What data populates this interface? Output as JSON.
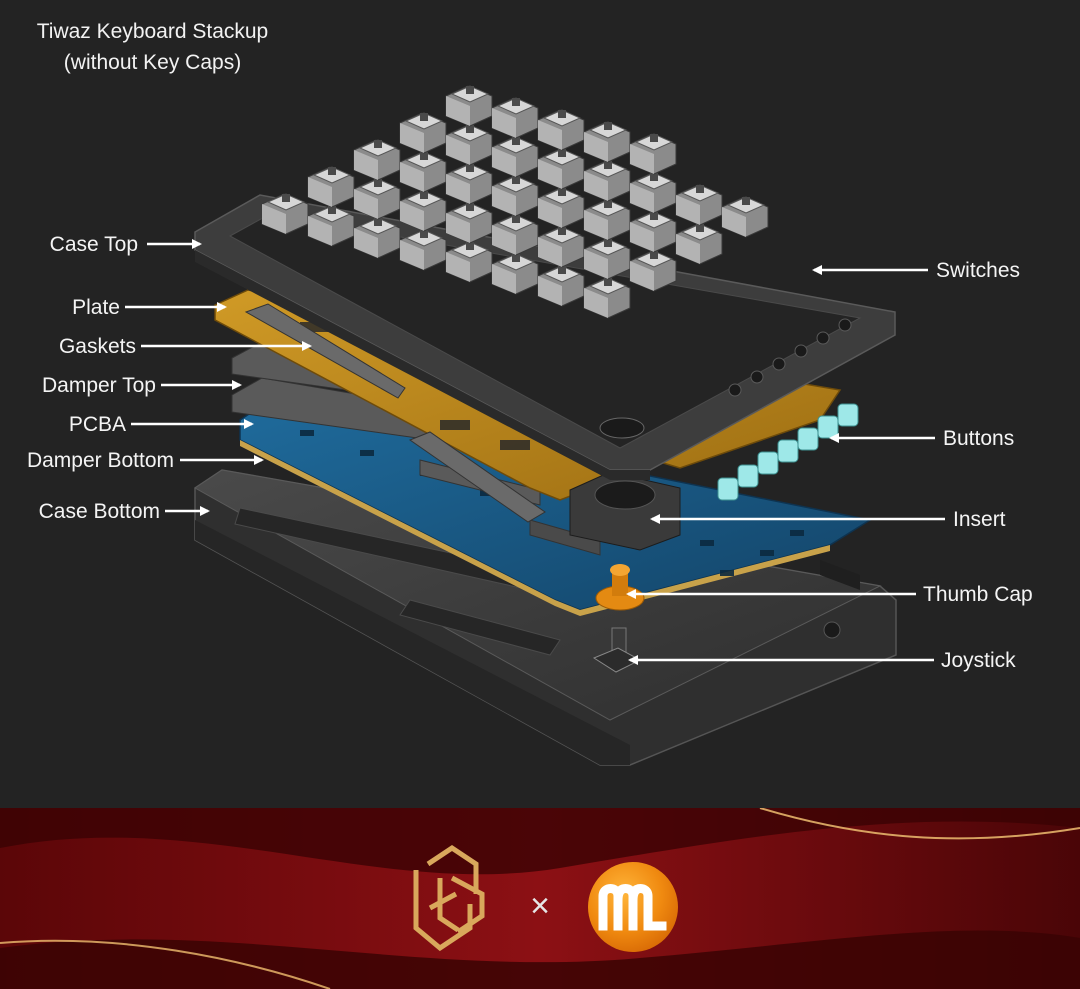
{
  "title": {
    "line1": "Tiwaz Keyboard Stackup",
    "line2": "(without Key Caps)"
  },
  "callouts_left": [
    {
      "id": "case-top",
      "label": "Case Top"
    },
    {
      "id": "plate",
      "label": "Plate"
    },
    {
      "id": "gaskets",
      "label": "Gaskets"
    },
    {
      "id": "damper-top",
      "label": "Damper Top"
    },
    {
      "id": "pcba",
      "label": "PCBA"
    },
    {
      "id": "damper-bottom",
      "label": "Damper Bottom"
    },
    {
      "id": "case-bottom",
      "label": "Case Bottom"
    }
  ],
  "callouts_right": [
    {
      "id": "switches",
      "label": "Switches"
    },
    {
      "id": "buttons",
      "label": "Buttons"
    },
    {
      "id": "insert",
      "label": "Insert"
    },
    {
      "id": "thumb-cap",
      "label": "Thumb Cap"
    },
    {
      "id": "joystick",
      "label": "Joystick"
    }
  ],
  "banner": {
    "separator": "×",
    "left_logo": "geometric-gold-logo",
    "right_logo": "orange-m-circle-logo"
  },
  "colors": {
    "background": "#232323",
    "plate": "#b8861c",
    "pcb": "#1d5a86",
    "case": "#3c3c3c",
    "buttons": "#8fe3e3",
    "thumb_cap": "#e48a12",
    "banner_red": "#7a0c0e",
    "logo_orange": "#f08a10"
  }
}
